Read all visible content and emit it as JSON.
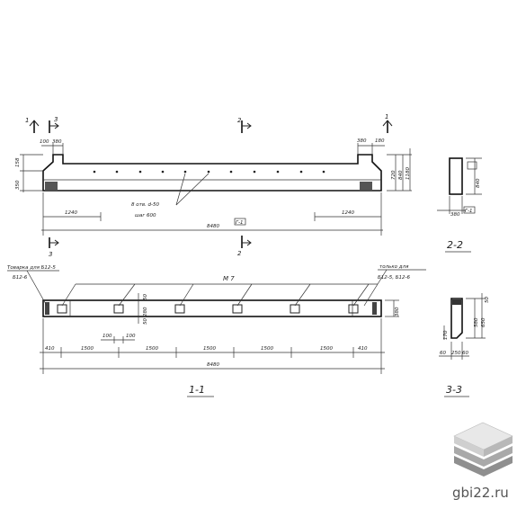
{
  "cut_marks": {
    "one": "1",
    "two": "2",
    "three": "3"
  },
  "elevation": {
    "end_dim_left": "100",
    "end_dim_left2": "380",
    "end_dim_right": "380",
    "end_dim_right2": "180",
    "height_top": "158",
    "height_bottom": "350",
    "right_heights": [
      "720",
      "840",
      "1180"
    ],
    "hole_note_1": "8 отв. d-50",
    "hole_note_2": "шаг 600",
    "dim_left": "1240",
    "dim_right": "1240",
    "total_length": "8480",
    "sheet_ref": "Г-1"
  },
  "plan": {
    "note_left_1": "Товарка для Б12-5",
    "note_left_2": "Б12-6",
    "note_right_1": "только для",
    "note_right_2": "Б12-5, Б12-6",
    "mark": "М 7",
    "width": "380",
    "insert_dims": [
      "50",
      "280",
      "50"
    ],
    "small_dims": [
      "100",
      "100"
    ],
    "spans": [
      "410",
      "1500",
      "1500",
      "1500",
      "1500",
      "1500",
      "410"
    ],
    "total_length": "8480",
    "section_label": "1-1"
  },
  "section_2": {
    "width": "380",
    "height": "840",
    "note": "Г-1",
    "label": "2-2"
  },
  "section_3": {
    "dims_right": [
      "50",
      "580",
      "650"
    ],
    "dims_left": [
      "170"
    ],
    "dims_bottom": [
      "60",
      "250",
      "60"
    ],
    "label": "3-3"
  },
  "watermark": {
    "site": "gbi22.ru"
  }
}
